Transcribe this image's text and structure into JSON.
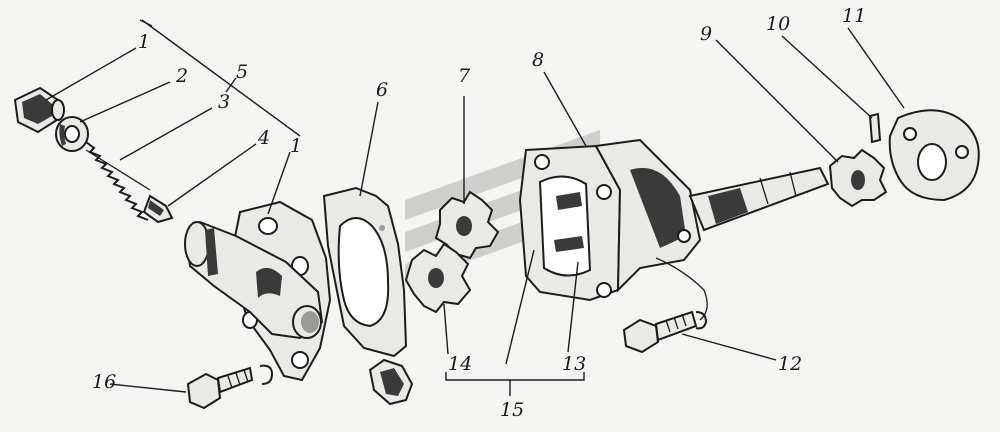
{
  "diagram": {
    "labels": {
      "l1a": "1",
      "l1b": "1",
      "l2": "2",
      "l3": "3",
      "l4": "4",
      "l5": "5",
      "l6": "6",
      "l7": "7",
      "l8": "8",
      "l9": "9",
      "l10": "10",
      "l11": "11",
      "l12": "12",
      "l13": "13",
      "l14": "14",
      "l15": "15",
      "l16": "16"
    }
  }
}
